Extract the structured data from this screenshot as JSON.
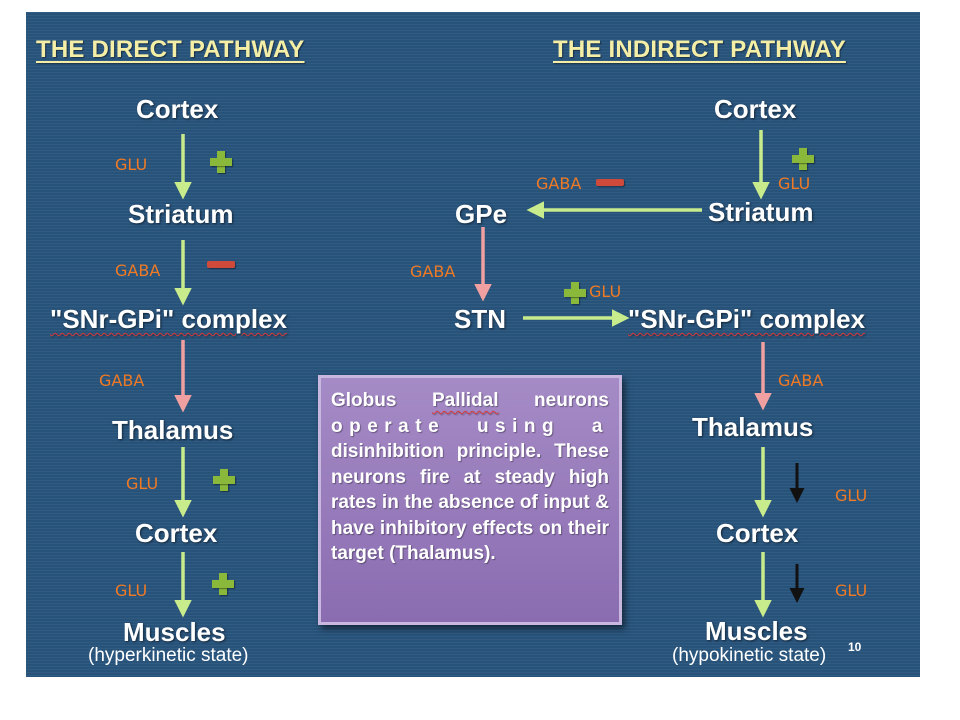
{
  "direct": {
    "title": "THE DIRECT PATHWAY",
    "nodes": [
      "Cortex",
      "Striatum",
      "\"SNr-GPi\" complex",
      "Thalamus",
      "Cortex",
      "Muscles"
    ],
    "state": "(hyperkinetic state)",
    "transmitters": [
      "GLU",
      "GABA",
      "GABA",
      "GLU",
      "GLU"
    ]
  },
  "indirect": {
    "title": "THE INDIRECT PATHWAY",
    "cortex": "Cortex",
    "striatum": "Striatum",
    "gpe": "GPe",
    "stn": "STN",
    "snr": "\"SNr-GPi\" complex",
    "thalamus": "Thalamus",
    "cortex2": "Cortex",
    "muscles": "Muscles",
    "state": "(hypokinetic state)",
    "page_number": "10",
    "transmitters": {
      "cortex_striatum": "GLU",
      "striatum_gpe": "GABA",
      "gpe_stn": "GABA",
      "stn_snr": "GLU",
      "snr_thalamus": "GABA",
      "thalamus_cortex": "GLU",
      "cortex_muscles": "GLU"
    }
  },
  "info_box": {
    "line1_a": "Globus",
    "line1_b": "Pallidal",
    "line1_c": "neurons",
    "line2": "operate using a",
    "rest": "disinhibition principle. These neurons fire at steady high rates in the absence of input & have inhibitory effects on their target (Thalamus)."
  },
  "colors": {
    "background": "#27527a",
    "title": "#f5eea6",
    "excitatory_arrow": "#c8eb8c",
    "inhibitory_arrow": "#f0a0a0",
    "transmitter_label": "#f07a24",
    "plus_sign": "#8ab83a",
    "minus_sign": "#d04a3c",
    "info_box": "#9a7dbd"
  }
}
